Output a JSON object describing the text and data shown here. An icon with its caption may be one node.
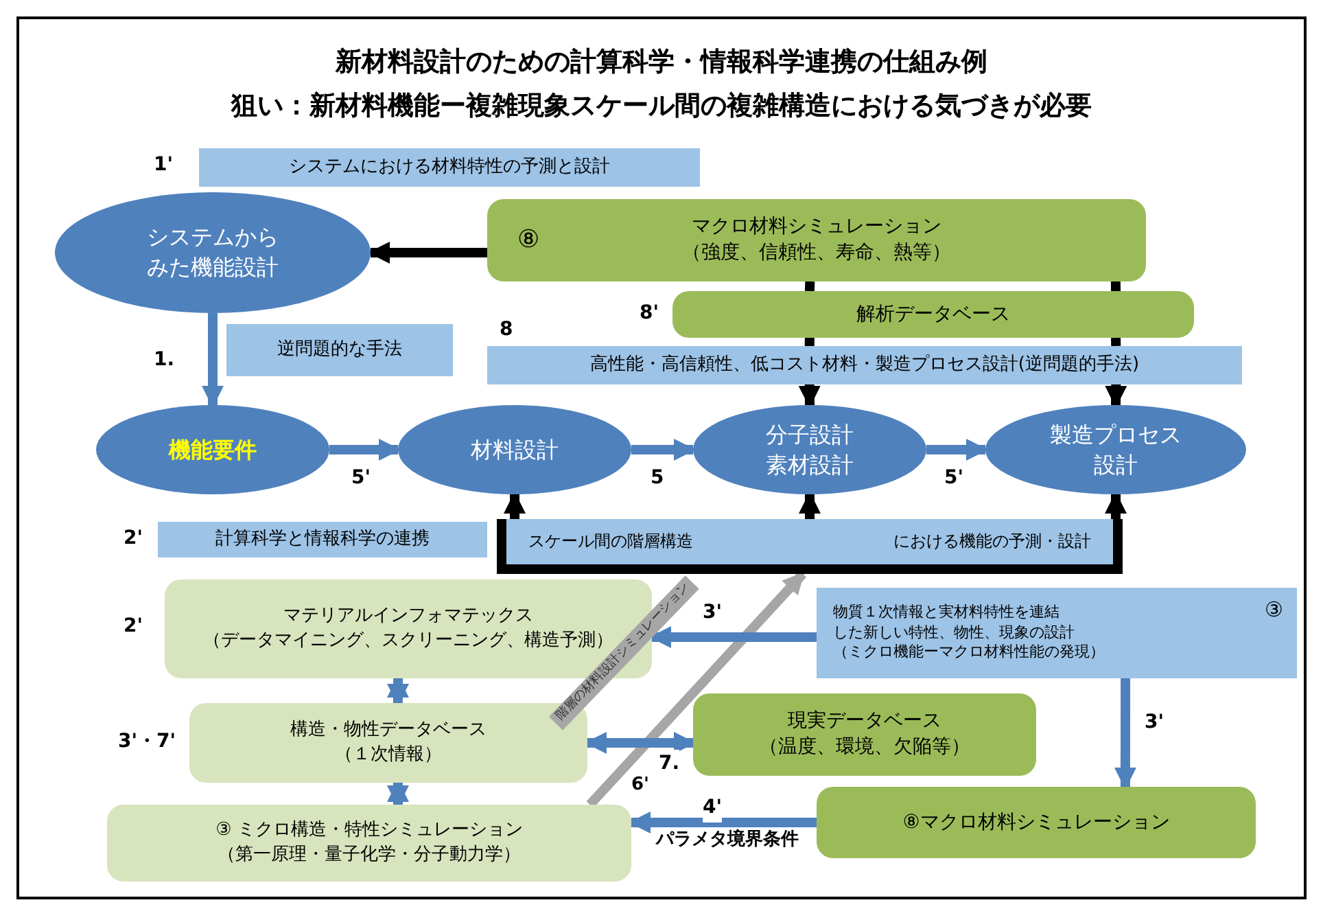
{
  "diagram": {
    "title": "新材料設計のための計算科学・情報科学連携の仕組み例",
    "nodes": [
      {
        "text": [
          "システムにおける材料特性の予測と設計"
        ],
        "beside": [
          "1'"
        ]
      },
      {
        "text": [
          "システムからみた機能設計"
        ]
      },
      {
        "text": [
          "⑧",
          "マクロ材料シミュレーション（強度、信頼性、寿命、熱等）"
        ]
      },
      {
        "text": [
          "解析データベース"
        ],
        "beside": [
          "8'"
        ]
      },
      {
        "text": [
          "高性能・高信頼性、低コスト材料・製造プロセス設計(逆問題的手法)"
        ],
        "beside": [
          "8"
        ]
      },
      {
        "text": [
          "逆問題的な手法"
        ]
      },
      {
        "text": [
          "機能要件"
        ]
      },
      {
        "text": [
          "材料設計"
        ]
      },
      {
        "text": [
          "分子設計素材設計"
        ]
      },
      {
        "text": [
          "製造プロセス設計"
        ]
      },
      {
        "text": [
          "計算科学と情報科学の連携"
        ],
        "beside": [
          "2'"
        ]
      },
      {
        "text": [
          "スケール間の階層構造",
          "における機能の予測・設計"
        ]
      },
      {
        "text": [
          "マテリアルインフォマテックス（データマイニング、スクリーニング、構造予測）"
        ],
        "beside": [
          "2'"
        ]
      },
      {
        "text": [
          "物質１次情報と実材料特性を連結した新しい特性、物性、現象の設計（ミクロ機能ーマクロ材料性能の発現）",
          "③"
        ]
      },
      {
        "text": [
          "構造・物性データベース（１次情報）"
        ],
        "beside": [
          "3'・7'"
        ]
      },
      {
        "text": [
          "現実データベース（温度、環境、欠陥等）"
        ]
      },
      {
        "text": [
          "③ ミクロ構造・特性シミュレーション（第一原理・量子化学・分子動力学）"
        ]
      },
      {
        "text": [
          "⑧マクロ材料シミュレーション"
        ]
      }
    ],
    "edges": [
      {
        "from": 2,
        "to": 1,
        "arrow": "to"
      },
      {
        "from": 1,
        "to": 6,
        "arrow": "to",
        "label": "1.",
        "color": "#4f81bd"
      },
      {
        "from": 2,
        "to": 3,
        "arrow": "none"
      },
      {
        "from": 4,
        "to": 8,
        "arrow": "to"
      },
      {
        "from": 2,
        "to": 3,
        "arrow": "none"
      },
      {
        "from": 4,
        "to": 9,
        "arrow": "to"
      },
      {
        "from": 6,
        "to": 7,
        "arrow": "to",
        "label": "5'",
        "color": "#4f81bd"
      },
      {
        "from": 7,
        "to": 8,
        "arrow": "to",
        "label": "5",
        "color": "#4f81bd"
      },
      {
        "from": 8,
        "to": 9,
        "arrow": "to",
        "label": "5'",
        "color": "#4f81bd"
      },
      {
        "from": 11,
        "to": 7,
        "arrow": "to"
      },
      {
        "from": 11,
        "to": 8,
        "arrow": "to"
      },
      {
        "from": 11,
        "to": 9,
        "arrow": "to"
      },
      {
        "from": 16,
        "to": 11,
        "arrow": "to",
        "color": "#a6a6a6",
        "label": "階層の材料設計シミュレーション"
      },
      {
        "from": 12,
        "to": 14,
        "arrow": "both",
        "color": "#4f81bd"
      },
      {
        "from": 14,
        "to": 16,
        "arrow": "both",
        "color": "#4f81bd"
      },
      {
        "from": 14,
        "to": 15,
        "arrow": "both",
        "label": "7.",
        "color": "#4f81bd"
      },
      {
        "from": 13,
        "to": 12,
        "arrow": "to",
        "label": "3'",
        "color": "#4f81bd"
      },
      {
        "from": 13,
        "to": 17,
        "arrow": "to",
        "label": "3'",
        "color": "#4f81bd"
      },
      {
        "from": 17,
        "to": 16,
        "arrow": "to",
        "label": "4'",
        "color": "#4f81bd"
      },
      {
        "from": 3,
        "to": 4,
        "arrow": "none"
      },
      {
        "from": 3,
        "to": 4,
        "arrow": "none"
      }
    ],
    "labels": [
      "狙い：新材料機能ー複雑現象スケール間の複雑構造における気づきが必要",
      "6'",
      "パラメタ境界条件"
    ]
  }
}
